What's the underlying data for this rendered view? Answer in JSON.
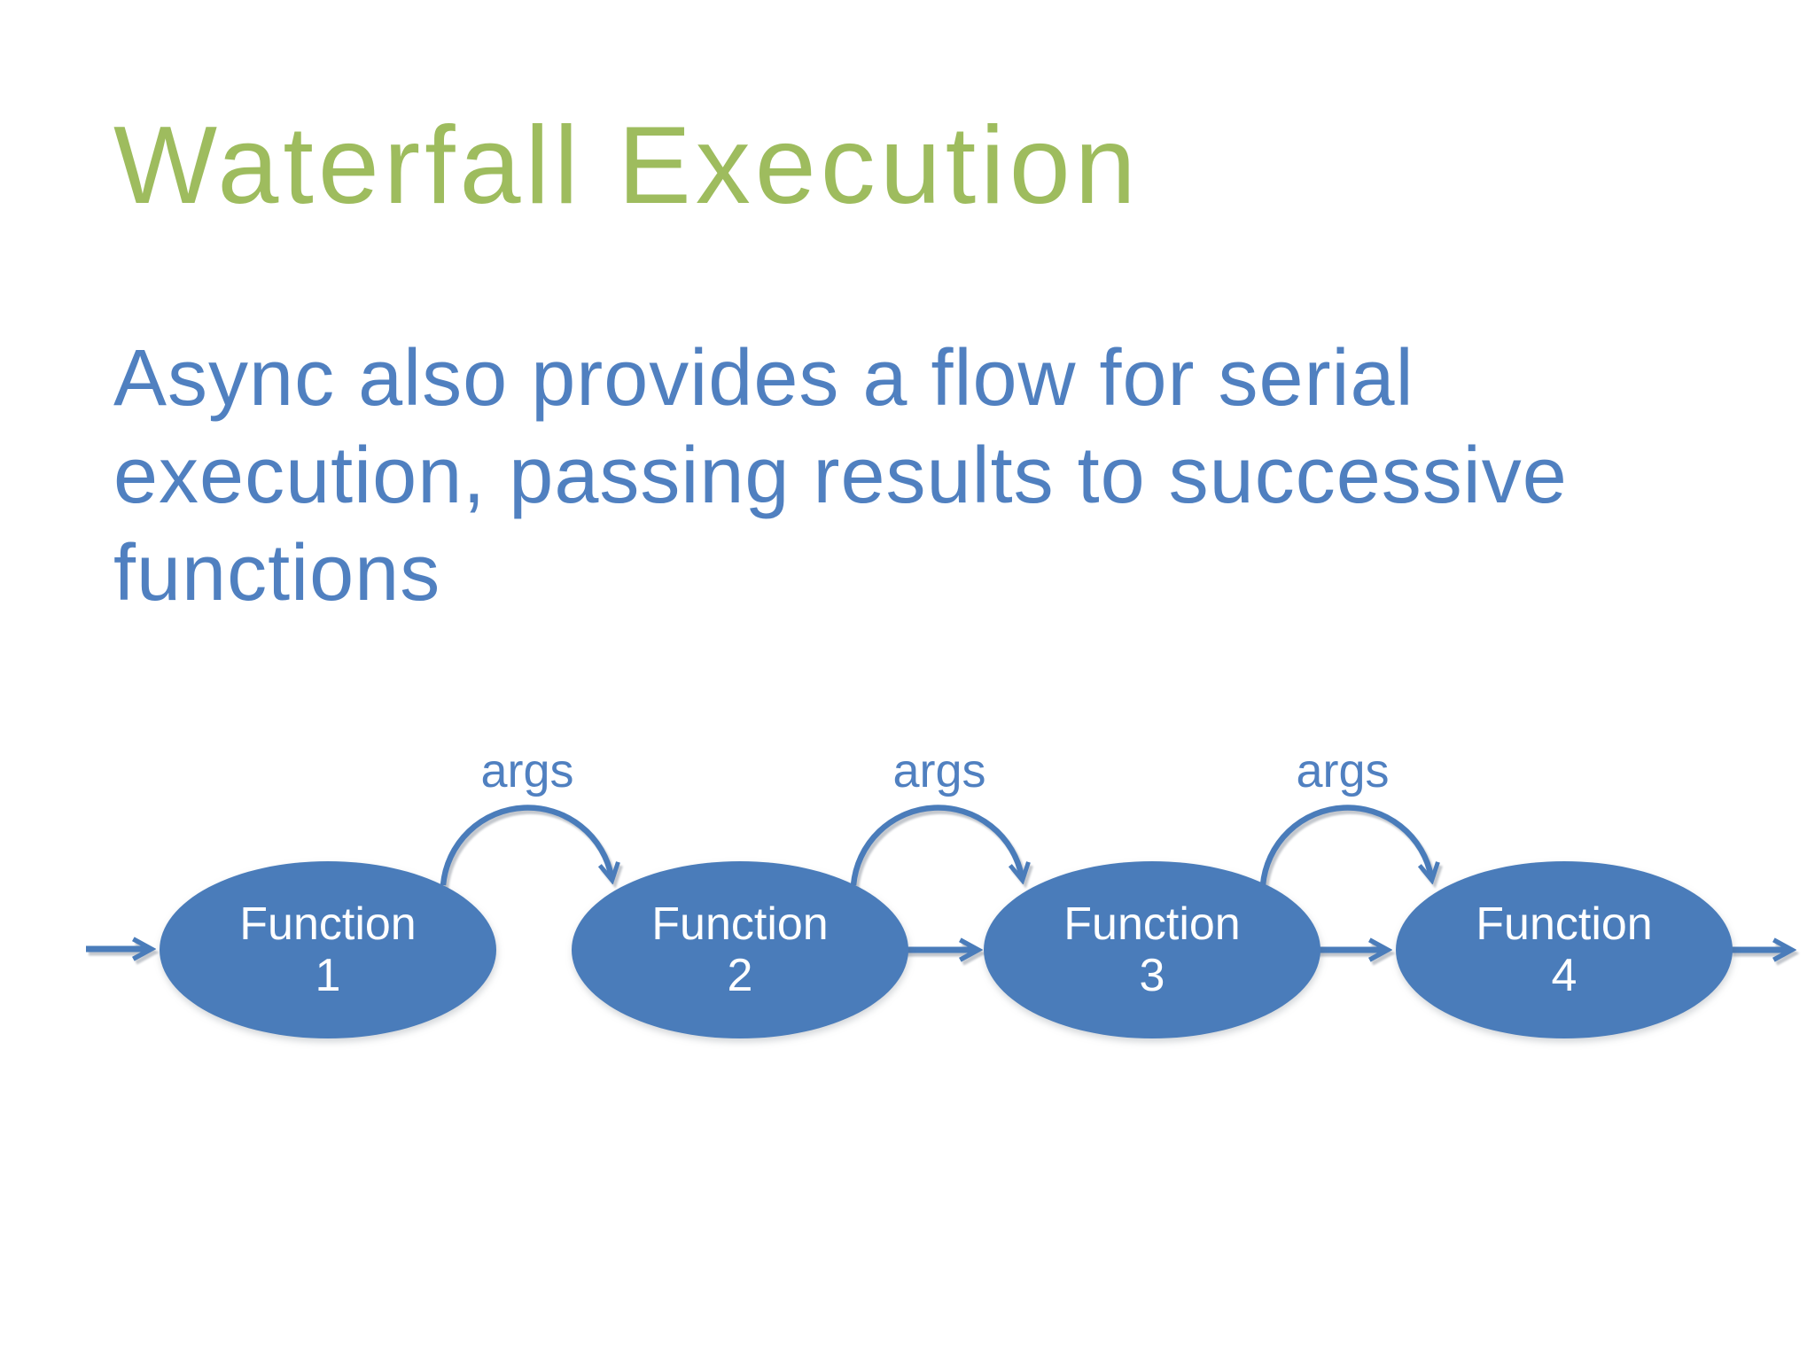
{
  "slide": {
    "title": "Waterfall Execution",
    "body_lines": [
      "Async also provides a flow for serial",
      "execution, passing results to successive",
      "functions"
    ],
    "diagram": {
      "connections": [
        {
          "label": "args"
        },
        {
          "label": "args"
        },
        {
          "label": "args"
        }
      ],
      "nodes": [
        {
          "name": "Function",
          "number": "1"
        },
        {
          "name": "Function",
          "number": "2"
        },
        {
          "name": "Function",
          "number": "3"
        },
        {
          "name": "Function",
          "number": "4"
        }
      ]
    },
    "colors": {
      "title_green": "#9ebc5e",
      "text_blue": "#5080c0",
      "shape_blue": "#4a7cba",
      "node_text": "#ffffff",
      "background": "#ffffff"
    }
  }
}
